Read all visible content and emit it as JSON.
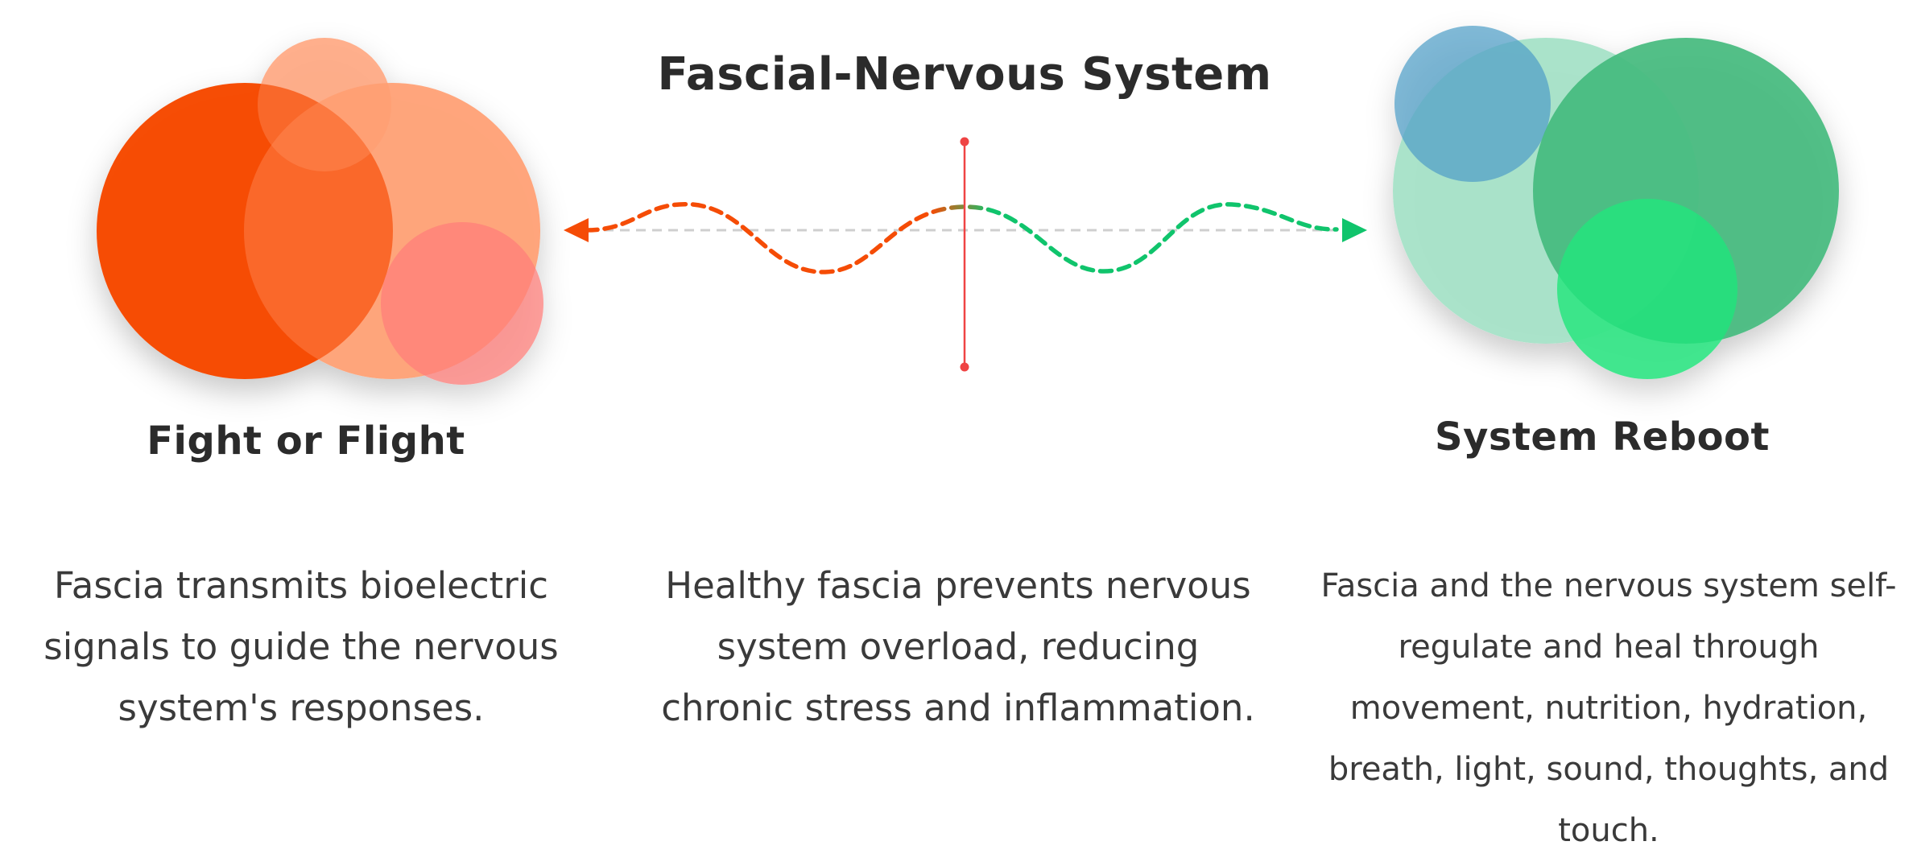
{
  "title": "Fascial-Nervous System",
  "left_state": {
    "label": "Fight or Flight",
    "description": "Fascia transmits bioelectric signals to guide the nervous system's responses.",
    "accent_color": "#f54c06"
  },
  "center": {
    "description": "Healthy fascia prevents nervous system overload, reducing chronic stress and inflammation.",
    "divider_color": "#ef4444"
  },
  "right_state": {
    "label": "System Reboot",
    "description": "Fascia and the nervous system self-regulate and heal through movement, nutrition, hydration, breath, light, sound, thoughts, and touch.",
    "accent_color": "#10c46c"
  },
  "icons": {
    "left_arrow": "arrow-left-icon",
    "right_arrow": "arrow-right-icon"
  }
}
